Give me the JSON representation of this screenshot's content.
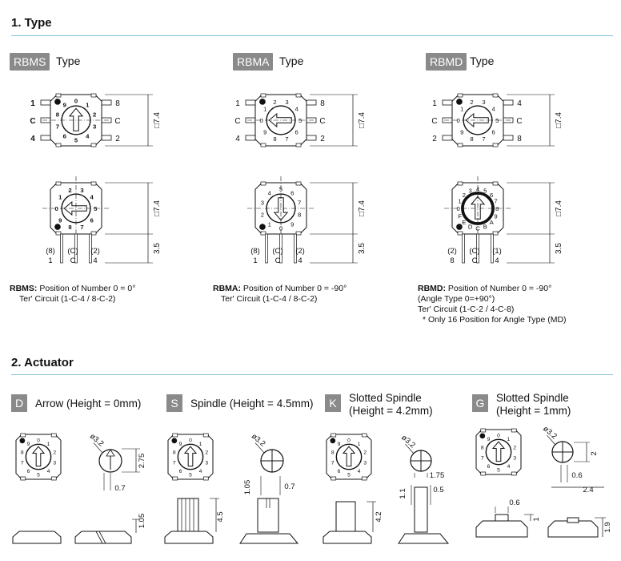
{
  "section1": {
    "title": "1. Type",
    "types": [
      {
        "badge": "RBMS",
        "label": "Type",
        "top_pins": [
          "1",
          "C",
          "4"
        ],
        "top_pins_right": [
          "8",
          "C",
          "2"
        ],
        "dim_square": "□7.4",
        "dim_side": "□7.4",
        "dim_pin": "3.5",
        "pin_labels_top": [
          "(8)",
          "(C)",
          "(2)"
        ],
        "pin_labels_bottom": [
          "1",
          "C",
          "4"
        ],
        "caption_title": "RBMS:",
        "caption_line1": " Position of Number 0 = 0°",
        "caption_line2": "Ter' Circuit (1-C-4 / 8-C-2)"
      },
      {
        "badge": "RBMA",
        "label": "Type",
        "top_pins": [
          "1",
          "C",
          "4"
        ],
        "top_pins_right": [
          "8",
          "C",
          "2"
        ],
        "dim_square": "□7.4",
        "dim_side": "□7.4",
        "dim_pin": "3.5",
        "pin_labels_top": [
          "(8)",
          "(C)",
          "(2)"
        ],
        "pin_labels_bottom": [
          "1",
          "C",
          "4"
        ],
        "caption_title": "RBMA:",
        "caption_line1": " Position of Number 0 = -90°",
        "caption_line2": "Ter' Circuit (1-C-4 / 8-C-2)"
      },
      {
        "badge": "RBMD",
        "label": "Type",
        "top_pins": [
          "1",
          "C",
          "2"
        ],
        "top_pins_right": [
          "4",
          "C",
          "8"
        ],
        "dim_square": "□7.4",
        "dim_side": "□7.4",
        "dim_pin": "3.5",
        "pin_labels_top": [
          "(2)",
          "(C)",
          "(1)"
        ],
        "pin_labels_bottom": [
          "8",
          "C",
          "4"
        ],
        "caption_title": "RBMD:",
        "caption_line1": " Position of Number 0 = -90°",
        "caption_line2": "(Angle Type 0=+90°)",
        "caption_line3": "Ter' Circuit (1-C-2 / 4-C-8)",
        "caption_line4": "* Only 16 Position for Angle Type (MD)"
      }
    ]
  },
  "section2": {
    "title": "2. Actuator",
    "actuators": [
      {
        "letter": "D",
        "label_line1": "Arrow (Height = 0mm)",
        "label_line2": "",
        "dims": [
          "ø3.2",
          "2.75",
          "0.7",
          "1.05"
        ]
      },
      {
        "letter": "S",
        "label_line1": "Spindle (Height = 4.5mm)",
        "label_line2": "",
        "dims": [
          "ø3.2",
          "1.05",
          "0.7",
          "4.5"
        ]
      },
      {
        "letter": "K",
        "label_line1": "Slotted Spindle",
        "label_line2": "(Height = 4.2mm)",
        "dims": [
          "ø3.2",
          "1.75",
          "1.1",
          "0.5",
          "4.2"
        ]
      },
      {
        "letter": "G",
        "label_line1": "Slotted Spindle",
        "label_line2": "(Height = 1mm)",
        "dims": [
          "ø3.2",
          "2",
          "0.6",
          "2.4",
          "0.6",
          "1",
          "1.9"
        ]
      }
    ]
  },
  "dial_digits": [
    "0",
    "1",
    "2",
    "3",
    "4",
    "5",
    "6",
    "7",
    "8",
    "9"
  ],
  "hex_digits": [
    "0",
    "1",
    "2",
    "3",
    "4",
    "5",
    "6",
    "7",
    "8",
    "9",
    "A",
    "B",
    "C",
    "D",
    "E",
    "F"
  ]
}
